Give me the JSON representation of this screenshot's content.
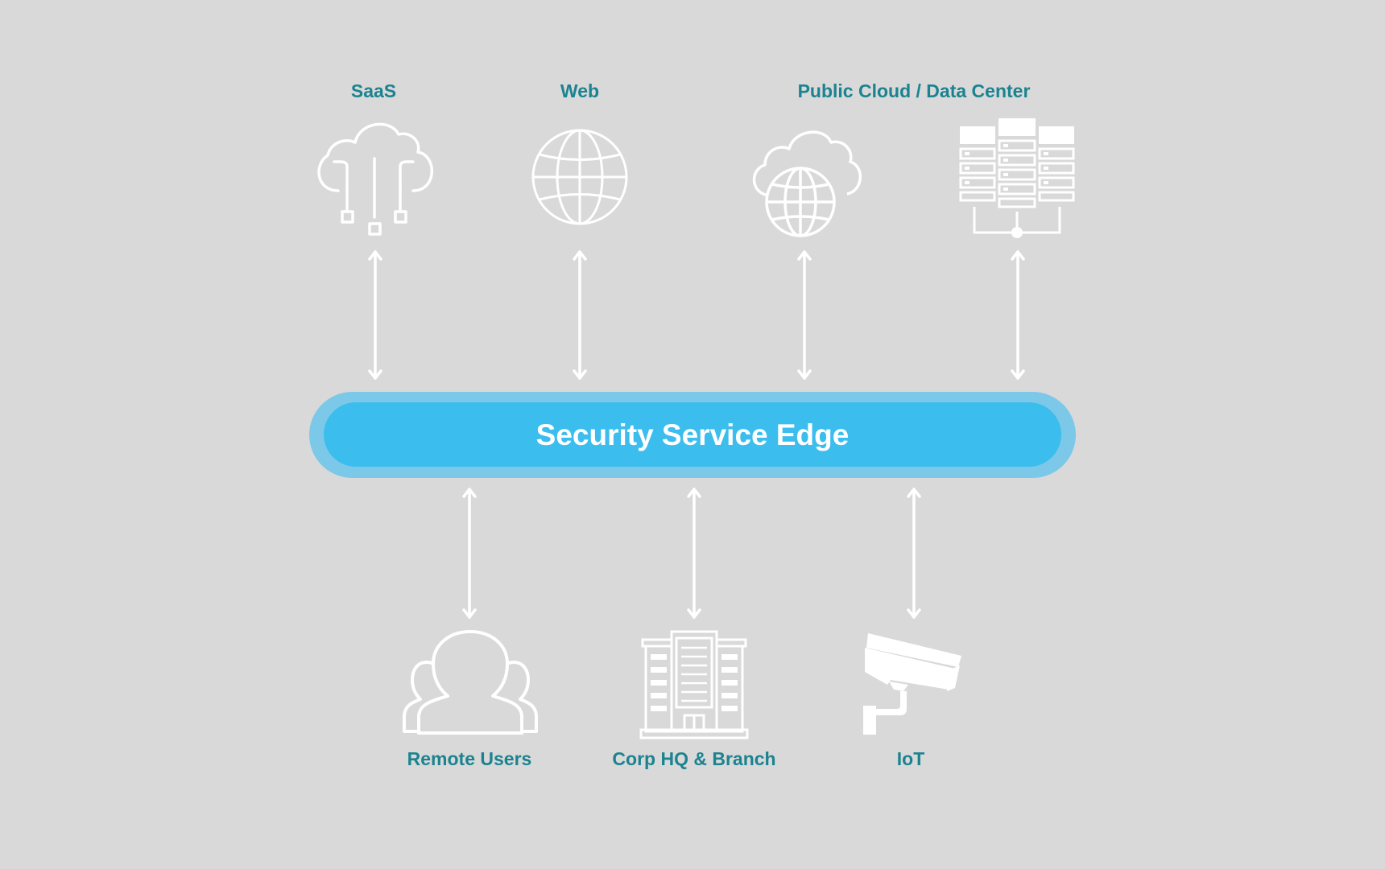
{
  "destinations": [
    {
      "label": "SaaS",
      "icon": "cloud-circuit-icon"
    },
    {
      "label": "Web",
      "icon": "globe-icon"
    },
    {
      "label": "Public Cloud / Data Center",
      "icons": [
        "cloud-globe-icon",
        "server-rack-icon"
      ]
    }
  ],
  "edge": {
    "title": "Security Service Edge"
  },
  "sources": [
    {
      "label": "Remote Users",
      "icon": "users-icon"
    },
    {
      "label": "Corp HQ & Branch",
      "icon": "office-building-icon"
    },
    {
      "label": "IoT",
      "icon": "security-camera-icon"
    }
  ],
  "colors": {
    "background": "#d9d9d9",
    "label_text": "#1b8390",
    "edge_outer": "#7cc8e8",
    "edge_inner": "#3bbdee",
    "icon_stroke": "#ffffff"
  }
}
